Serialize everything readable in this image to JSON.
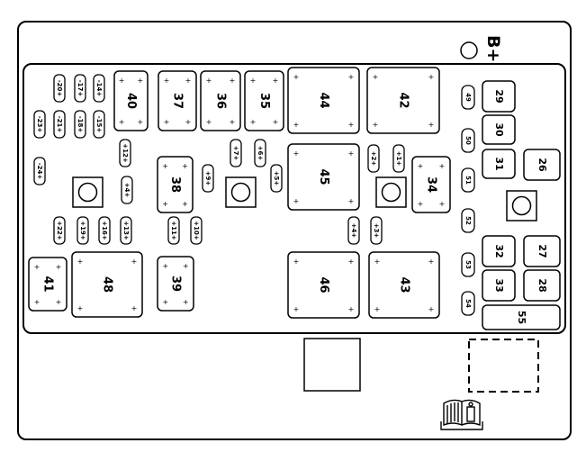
{
  "battery_label": "B+",
  "big_relays": [
    {
      "id": "r40",
      "label": "40",
      "rot": 90
    },
    {
      "id": "r37",
      "label": "37",
      "rot": 90
    },
    {
      "id": "r36",
      "label": "36",
      "rot": 90
    },
    {
      "id": "r35",
      "label": "35",
      "rot": 90
    },
    {
      "id": "r44",
      "label": "44",
      "rot": 90
    },
    {
      "id": "r42",
      "label": "42",
      "rot": 90
    },
    {
      "id": "r38",
      "label": "38",
      "rot": 90
    },
    {
      "id": "r45",
      "label": "45",
      "rot": 90
    },
    {
      "id": "r34",
      "label": "34",
      "rot": 90
    },
    {
      "id": "r41",
      "label": "41",
      "rot": 90
    },
    {
      "id": "r48",
      "label": "48",
      "rot": 90
    },
    {
      "id": "r39",
      "label": "39",
      "rot": 90
    },
    {
      "id": "r46",
      "label": "46",
      "rot": 90
    },
    {
      "id": "r43",
      "label": "43",
      "rot": 90
    }
  ],
  "mini_fuses": [
    {
      "id": "f20",
      "label": "-20+"
    },
    {
      "id": "f17",
      "label": "-17+"
    },
    {
      "id": "f14",
      "label": "-14+"
    },
    {
      "id": "f23",
      "label": "-23+"
    },
    {
      "id": "f21",
      "label": "-21+"
    },
    {
      "id": "f18",
      "label": "-18+"
    },
    {
      "id": "f15",
      "label": "-15+"
    },
    {
      "id": "f24",
      "label": "-24+"
    },
    {
      "id": "f12",
      "label": "+12+"
    },
    {
      "id": "f4",
      "label": "+4+"
    },
    {
      "id": "f9",
      "label": "+9+"
    },
    {
      "id": "f7",
      "label": "+7+"
    },
    {
      "id": "f6",
      "label": "+6+"
    },
    {
      "id": "f5",
      "label": "+5+"
    },
    {
      "id": "f2",
      "label": "+2+"
    },
    {
      "id": "f1",
      "label": "+1+"
    },
    {
      "id": "f22",
      "label": "+22+"
    },
    {
      "id": "f19",
      "label": "+19+"
    },
    {
      "id": "f16",
      "label": "+16+"
    },
    {
      "id": "f13",
      "label": "+13+"
    },
    {
      "id": "f11",
      "label": "+11+"
    },
    {
      "id": "f10",
      "label": "+10+"
    },
    {
      "id": "f4b",
      "label": "+4+"
    },
    {
      "id": "f3",
      "label": "+3+"
    }
  ],
  "maxi_fuses": [
    {
      "id": "m49",
      "label": "49"
    },
    {
      "id": "m50",
      "label": "50"
    },
    {
      "id": "m51",
      "label": "51"
    },
    {
      "id": "m52",
      "label": "52"
    },
    {
      "id": "m53",
      "label": "53"
    },
    {
      "id": "m54",
      "label": "54"
    }
  ],
  "small_relays": [
    {
      "id": "s29",
      "label": "29"
    },
    {
      "id": "s30",
      "label": "30"
    },
    {
      "id": "s31",
      "label": "31"
    },
    {
      "id": "s26",
      "label": "26"
    },
    {
      "id": "s32",
      "label": "32"
    },
    {
      "id": "s27",
      "label": "27"
    },
    {
      "id": "s33",
      "label": "33"
    },
    {
      "id": "s28",
      "label": "28"
    },
    {
      "id": "s55",
      "label": "55"
    }
  ]
}
